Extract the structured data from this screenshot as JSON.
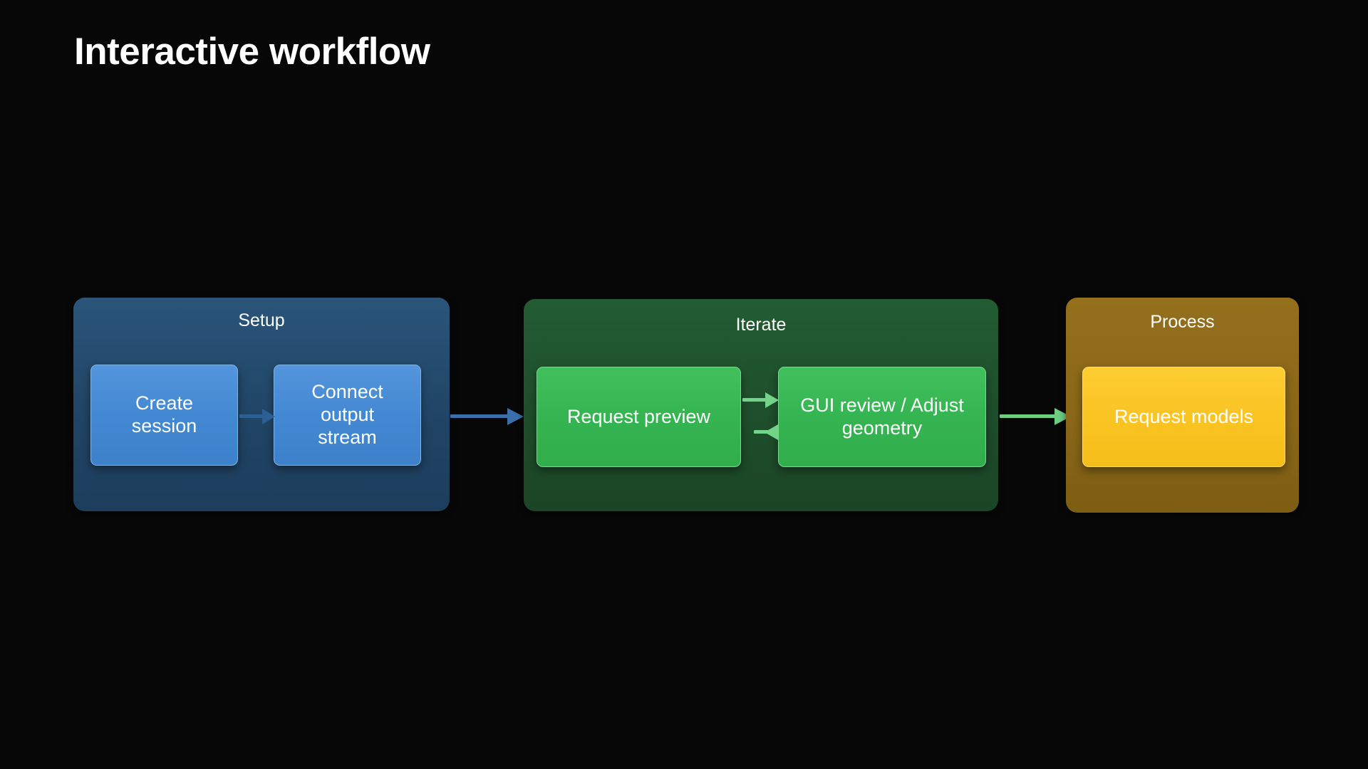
{
  "page": {
    "title": "Interactive workflow",
    "background_color": "#070707"
  },
  "diagram": {
    "type": "flowchart",
    "direction": "left-to-right",
    "clusters": [
      {
        "id": "setup",
        "label": "Setup",
        "fill_color": "#234a6e",
        "nodes": [
          {
            "id": "create-session",
            "label": "Create\nsession",
            "fill_color": "#4388d2"
          },
          {
            "id": "connect-output-stream",
            "label": "Connect\noutput\nstream",
            "fill_color": "#4388d2"
          }
        ]
      },
      {
        "id": "iterate",
        "label": "Iterate",
        "fill_color": "#1e4e2b",
        "nodes": [
          {
            "id": "request-preview",
            "label": "Request preview",
            "fill_color": "#35b551"
          },
          {
            "id": "gui-review-adjust-geometry",
            "label": "GUI review / Adjust\ngeometry",
            "fill_color": "#35b551"
          }
        ]
      },
      {
        "id": "process",
        "label": "Process",
        "fill_color": "#8a6718",
        "nodes": [
          {
            "id": "request-models",
            "label": "Request models",
            "fill_color": "#fac422"
          }
        ]
      }
    ],
    "edges": [
      {
        "id": "create-to-connect",
        "from": "create-session",
        "to": "connect-output-stream",
        "color": "#2e5f94",
        "style": "arrow"
      },
      {
        "id": "setup-to-iterate",
        "from": "connect-output-stream",
        "to": "request-preview",
        "color": "#3a6fa9",
        "style": "arrow"
      },
      {
        "id": "preview-to-gui",
        "from": "request-preview",
        "to": "gui-review-adjust-geometry",
        "color": "#72d489",
        "style": "arrow"
      },
      {
        "id": "gui-to-preview",
        "from": "gui-review-adjust-geometry",
        "to": "request-preview",
        "color": "#72d489",
        "style": "arrow"
      },
      {
        "id": "iterate-to-process",
        "from": "gui-review-adjust-geometry",
        "to": "request-models",
        "color": "#6cce83",
        "style": "arrow"
      }
    ]
  }
}
